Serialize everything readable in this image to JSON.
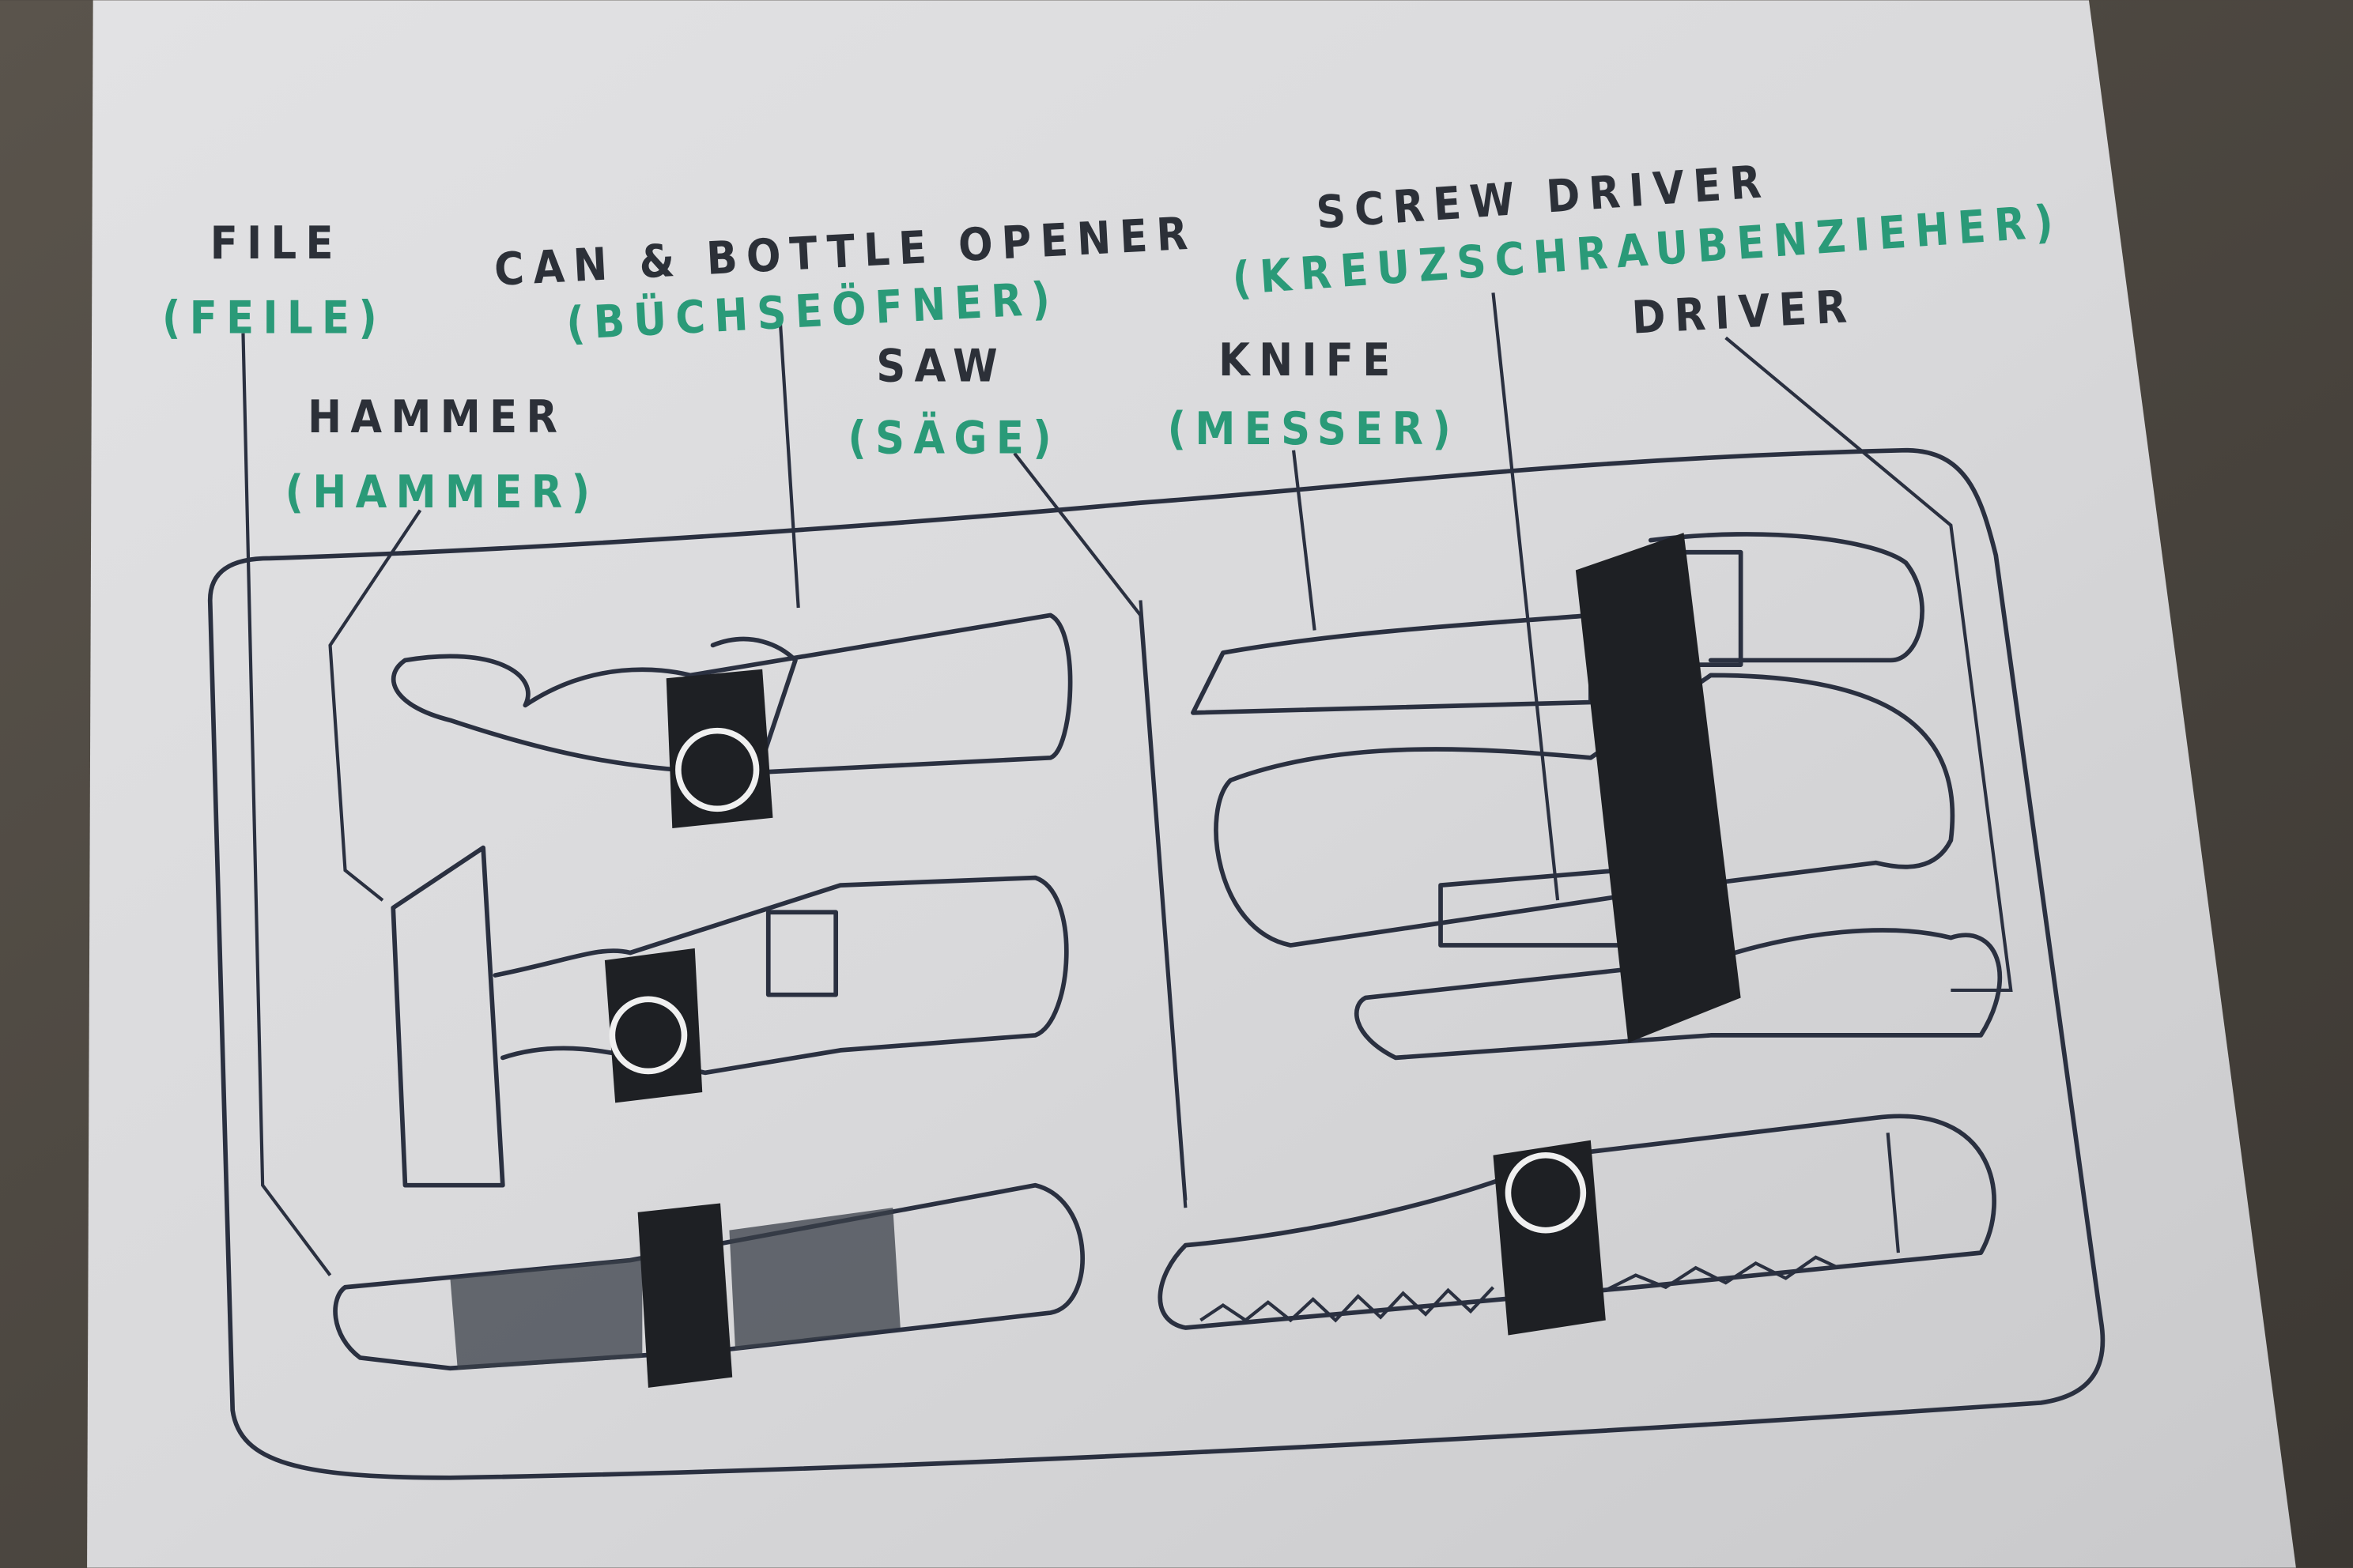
{
  "labels": {
    "file": {
      "en": "FILE",
      "de": "(FEILE)"
    },
    "hammer": {
      "en": "HAMMER",
      "de": "(HAMMER)"
    },
    "opener": {
      "en": "CAN & BOTTLE OPENER",
      "de": "(BÜCHSEÖFNER)"
    },
    "saw": {
      "en": "SAW",
      "de": "(SÄGE)"
    },
    "knife": {
      "en": "KNIFE",
      "de": "(MESSER)"
    },
    "screwdriver": {
      "en": "SCREW DRIVER",
      "de": "(KREUZSCHRAUBENZIEHER)"
    },
    "driver": {
      "en": "DRIVER"
    }
  },
  "colors": {
    "english_text": "#2c3038",
    "german_text": "#2a9a78",
    "paper": "#d9d9db",
    "background": "#4a4540"
  }
}
